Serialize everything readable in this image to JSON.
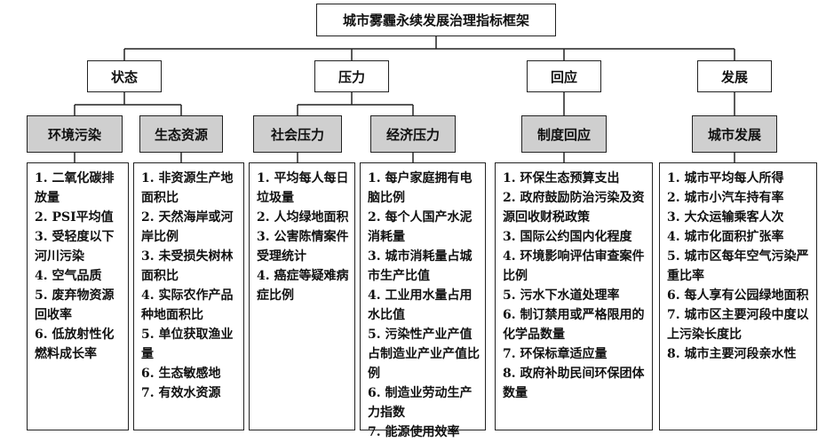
{
  "title": "城市雾霾永续发展治理指标框架",
  "categories": [
    {
      "label": "状态",
      "subs": [
        {
          "label": "环境污染",
          "items": [
            "1. 二氧化碳排放量",
            "2. PSI平均值",
            "3. 受轻度以下河川污染",
            "4. 空气品质",
            "5. 废弃物资源回收率",
            "6. 低放射性化燃料成长率"
          ]
        },
        {
          "label": "生态资源",
          "items": [
            "1. 非资源生产地面积比",
            "2. 天然海岸或河岸比例",
            "3. 未受损失树林面积比",
            "4. 实际农作产品种地面积比",
            "5. 单位获取渔业量",
            "6. 生态敏感地",
            "7. 有效水资源"
          ]
        }
      ]
    },
    {
      "label": "压力",
      "subs": [
        {
          "label": "社会压力",
          "items": [
            "1. 平均每人每日垃圾量",
            "2. 人均绿地面积",
            "3. 公害陈情案件受理统计",
            "4. 癌症等疑难病症比例"
          ]
        },
        {
          "label": "经济压力",
          "items": [
            "1. 每户家庭拥有电脑比例",
            "2. 每个人国产水泥消耗量",
            "3. 城市消耗量占城市生产比值",
            "4. 工业用水量占用水比值",
            "5. 污染性产业产值占制造业产业产值比例",
            "6. 制造业劳动生产力指数",
            "7. 能源使用效率"
          ]
        }
      ]
    },
    {
      "label": "回应",
      "subs": [
        {
          "label": "制度回应",
          "items": [
            "1. 环保生态预算支出",
            "2. 政府鼓励防治污染及资源回收财税政策",
            "3. 国际公约国内化程度",
            "4. 环境影响评估审查案件比例",
            "5. 污水下水道处理率",
            "6. 制订禁用或严格限用的化学品数量",
            "7. 环保标章适应量",
            "8. 政府补助民间环保团体数量"
          ]
        }
      ]
    },
    {
      "label": "发展",
      "subs": [
        {
          "label": "城市发展",
          "items": [
            "1. 城市平均每人所得",
            "2. 城市小汽车持有率",
            "3. 大众运输乘客人次",
            "4. 城市化面积扩张率",
            "5. 城市区每年空气污染严重比率",
            "6. 每人享有公园绿地面积",
            "7. 城市区主要河段中度以上污染长度比",
            "8. 城市主要河段亲水性"
          ]
        }
      ]
    }
  ]
}
